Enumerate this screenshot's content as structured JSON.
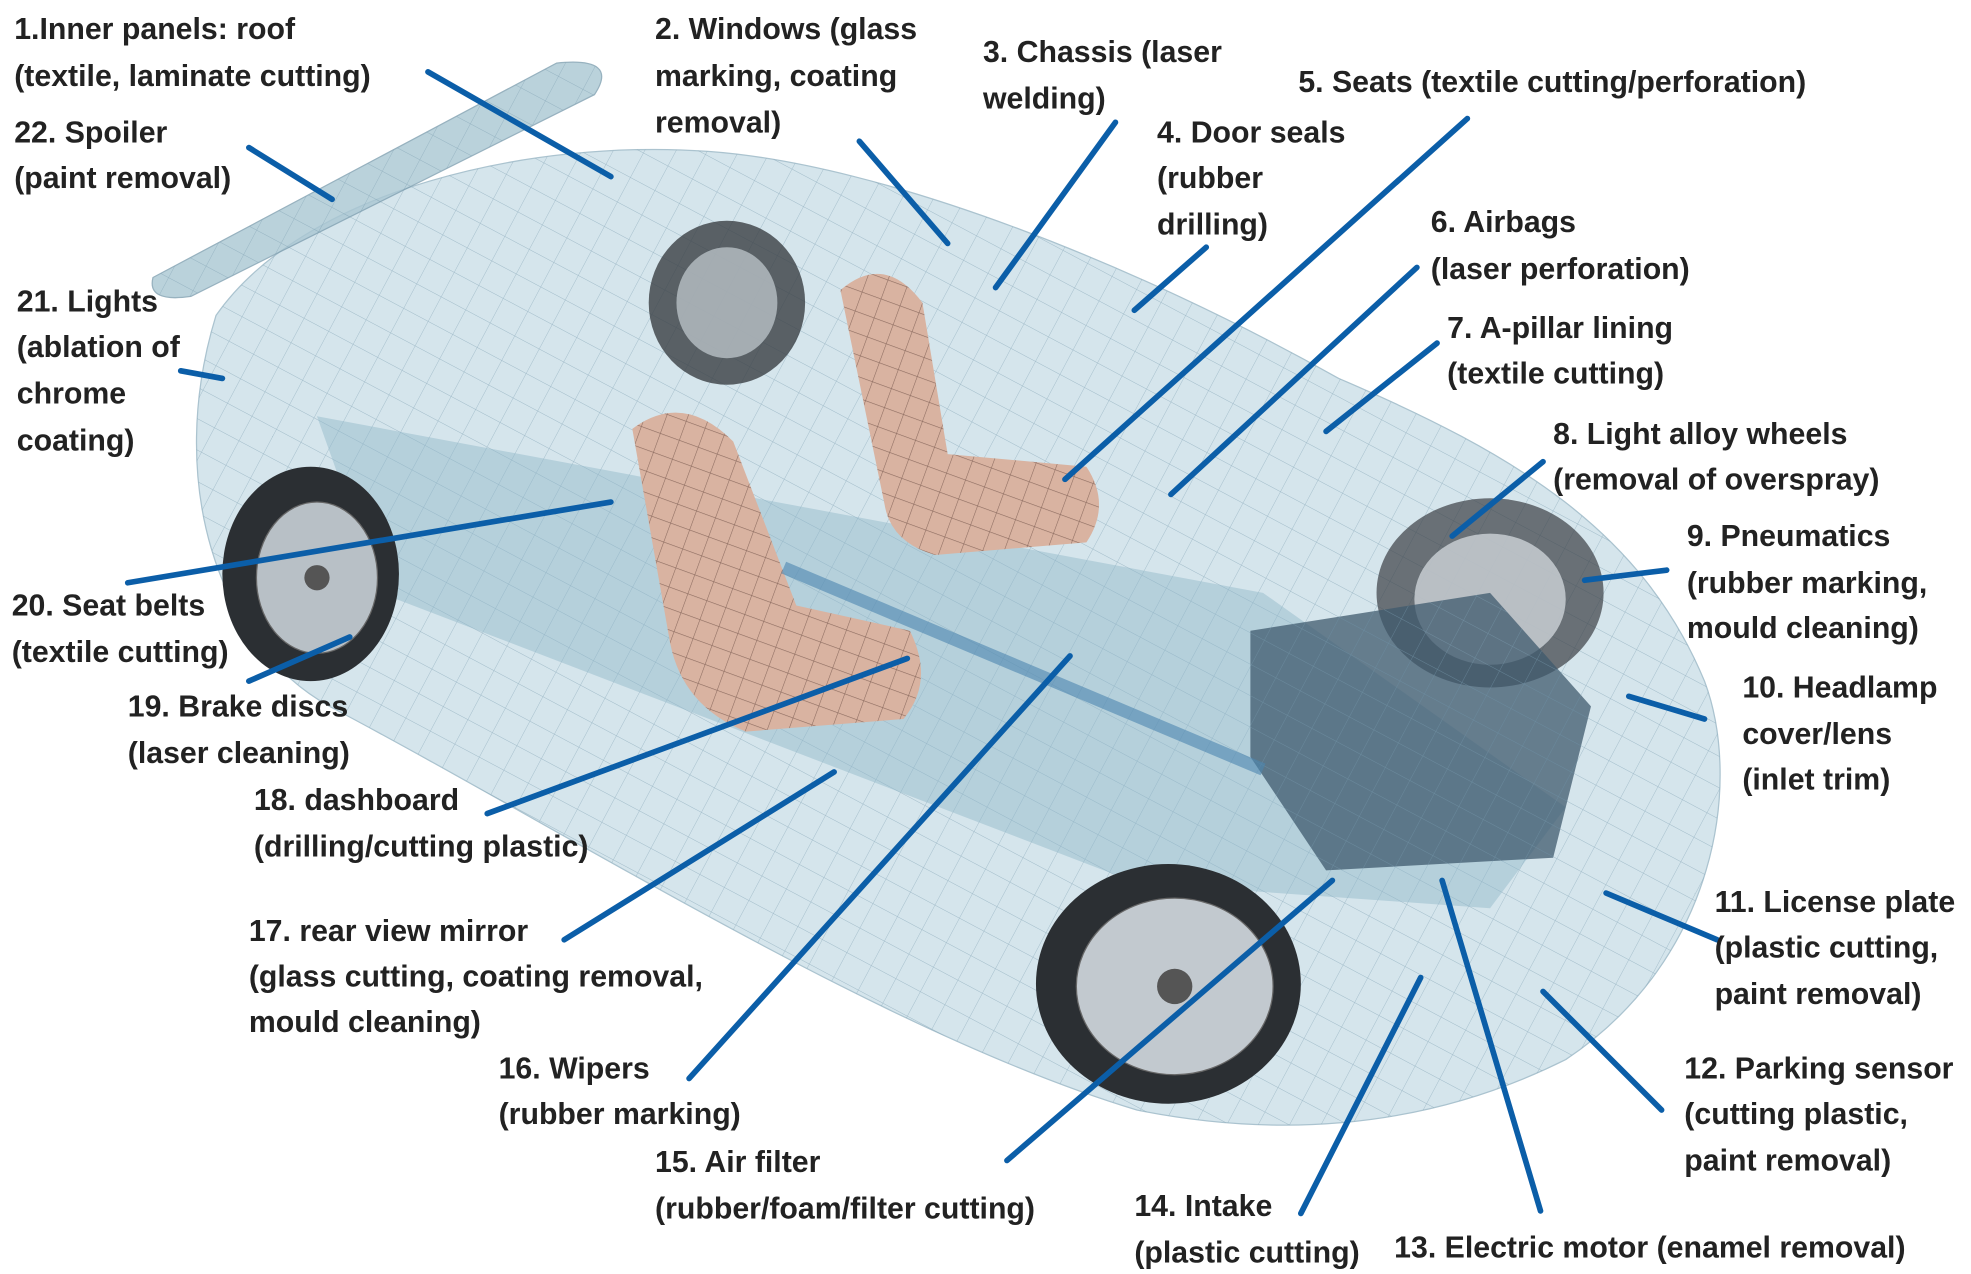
{
  "title": "Laser applications in a car",
  "colors": {
    "leader": "#0b5ea8",
    "body": "#bcd6e0",
    "seat": "#d9b3a1",
    "text": "#222222"
  },
  "labels": [
    {
      "id": 1,
      "lines": [
        "1.Inner panels: roof",
        "(textile, laminate cutting)"
      ]
    },
    {
      "id": 2,
      "lines": [
        "2. Windows (glass",
        "marking, coating",
        "removal)"
      ]
    },
    {
      "id": 3,
      "lines": [
        "3. Chassis (laser",
        "welding)"
      ]
    },
    {
      "id": 4,
      "lines": [
        "4. Door seals",
        "(rubber",
        "drilling)"
      ]
    },
    {
      "id": 5,
      "lines": [
        "5. Seats (textile cutting/perforation)"
      ]
    },
    {
      "id": 6,
      "lines": [
        "6. Airbags",
        "(laser perforation)"
      ]
    },
    {
      "id": 7,
      "lines": [
        "7. A-pillar lining",
        "(textile cutting)"
      ]
    },
    {
      "id": 8,
      "lines": [
        "8. Light alloy wheels",
        "(removal of overspray)"
      ]
    },
    {
      "id": 9,
      "lines": [
        "9. Pneumatics",
        "(rubber marking,",
        "mould cleaning)"
      ]
    },
    {
      "id": 10,
      "lines": [
        "10. Headlamp",
        "cover/lens",
        "(inlet trim)"
      ]
    },
    {
      "id": 11,
      "lines": [
        "11. License plate",
        "(plastic cutting,",
        "paint removal)"
      ]
    },
    {
      "id": 12,
      "lines": [
        "12. Parking sensor",
        "(cutting plastic,",
        "paint removal)"
      ]
    },
    {
      "id": 13,
      "lines": [
        "13. Electric motor (enamel removal)"
      ]
    },
    {
      "id": 14,
      "lines": [
        "14. Intake",
        "(plastic cutting)"
      ]
    },
    {
      "id": 15,
      "lines": [
        "15. Air filter",
        "(rubber/foam/filter cutting)"
      ]
    },
    {
      "id": 16,
      "lines": [
        "16. Wipers",
        "(rubber marking)"
      ]
    },
    {
      "id": 17,
      "lines": [
        "17. rear view mirror",
        "(glass cutting, coating removal,",
        "mould cleaning)"
      ]
    },
    {
      "id": 18,
      "lines": [
        "18. dashboard",
        "(drilling/cutting plastic)"
      ]
    },
    {
      "id": 19,
      "lines": [
        "19. Brake discs",
        "(laser cleaning)"
      ]
    },
    {
      "id": 20,
      "lines": [
        "20. Seat belts",
        "(textile cutting)"
      ]
    },
    {
      "id": 21,
      "lines": [
        "21. Lights",
        "(ablation of",
        "chrome",
        "coating)"
      ]
    },
    {
      "id": 22,
      "lines": [
        "22. Spoiler",
        "(paint removal)"
      ]
    }
  ]
}
